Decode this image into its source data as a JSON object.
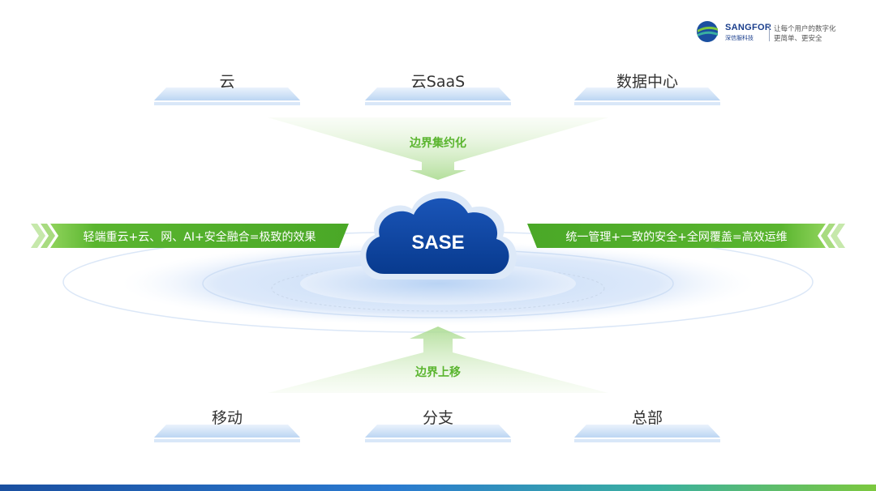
{
  "logo": {
    "brand": "SANGFOR",
    "brand_cn": "深信服科技",
    "slogan_line1": "让每个用户的数字化",
    "slogan_line2": "更简单、更安全"
  },
  "top_nodes": [
    "云",
    "云SaaS",
    "数据中心"
  ],
  "bottom_nodes": [
    "移动",
    "分支",
    "总部"
  ],
  "top_flow_label": "边界集约化",
  "bottom_flow_label": "边界上移",
  "center_label": "SASE",
  "left_banner": "轻端重云+云、网、AI+安全融合=极致的效果",
  "right_banner": "统一管理+一致的安全+全网覆盖=高效运维",
  "colors": {
    "green": "#5ab52f",
    "cloud_blue": "#0a3e96",
    "platform_blue": "#c9def6"
  }
}
